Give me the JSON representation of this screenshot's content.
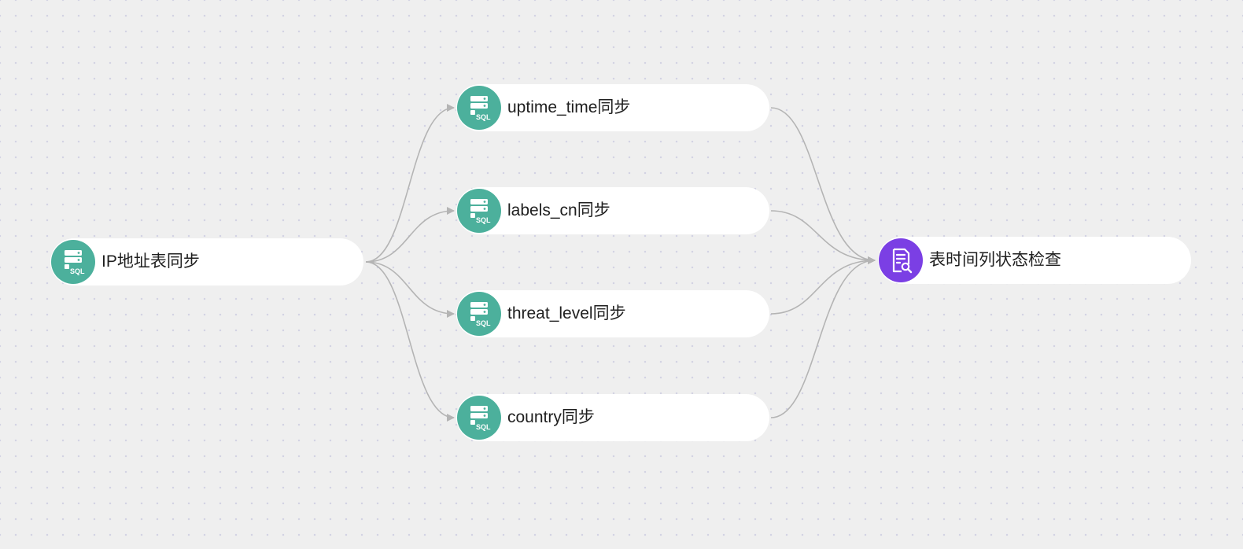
{
  "nodes": {
    "ip_sync": {
      "label": "IP地址表同步",
      "icon": "sql-database-icon",
      "color": "#4cb09c"
    },
    "uptime_sync": {
      "label": "uptime_time同步",
      "icon": "sql-database-icon",
      "color": "#4cb09c"
    },
    "labels_sync": {
      "label": "labels_cn同步",
      "icon": "sql-database-icon",
      "color": "#4cb09c"
    },
    "threat_sync": {
      "label": "threat_level同步",
      "icon": "sql-database-icon",
      "color": "#4cb09c"
    },
    "country_sync": {
      "label": "country同步",
      "icon": "sql-database-icon",
      "color": "#4cb09c"
    },
    "status_check": {
      "label": "表时间列状态检查",
      "icon": "document-search-icon",
      "color": "#7b3fe4"
    }
  },
  "edges": [
    {
      "from": "ip_sync",
      "to": "uptime_sync"
    },
    {
      "from": "ip_sync",
      "to": "labels_sync"
    },
    {
      "from": "ip_sync",
      "to": "threat_sync"
    },
    {
      "from": "ip_sync",
      "to": "country_sync"
    },
    {
      "from": "uptime_sync",
      "to": "status_check"
    },
    {
      "from": "labels_sync",
      "to": "status_check"
    },
    {
      "from": "threat_sync",
      "to": "status_check"
    },
    {
      "from": "country_sync",
      "to": "status_check"
    }
  ],
  "colors": {
    "background": "#efefef",
    "edge": "#b4b4b4",
    "sql_node": "#4cb09c",
    "check_node": "#7b3fe4"
  }
}
